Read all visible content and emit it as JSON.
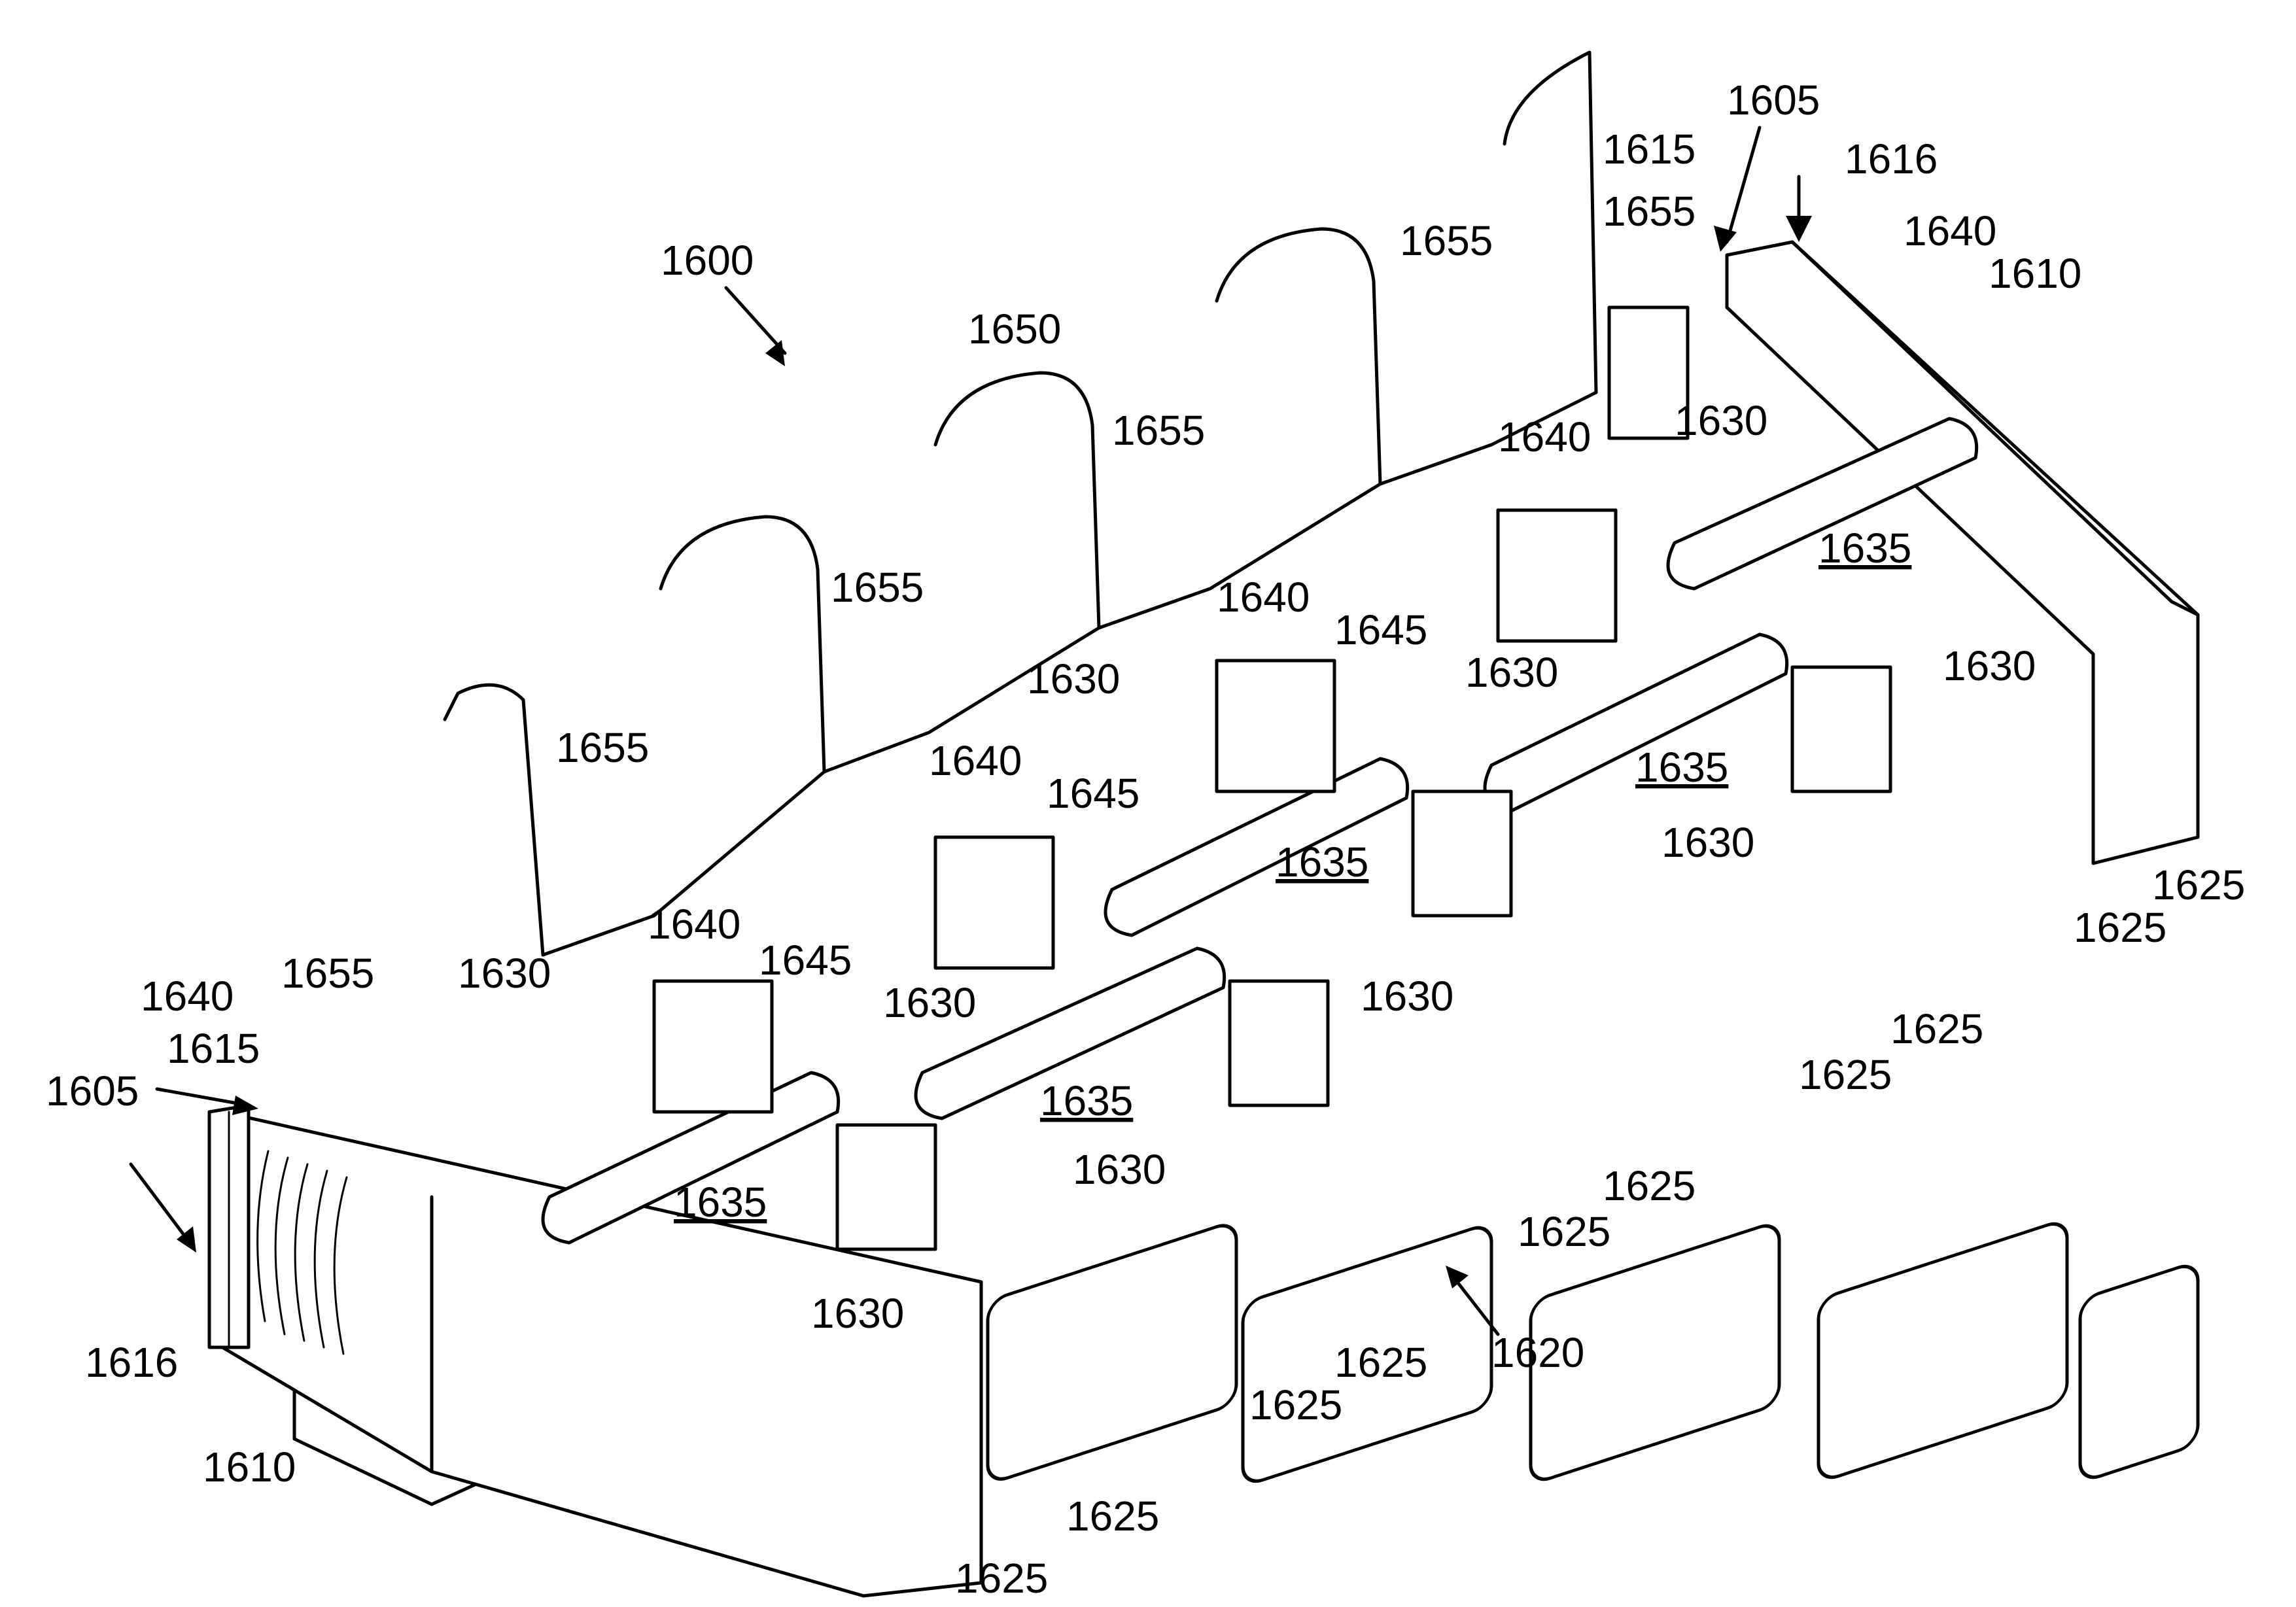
{
  "figure": {
    "labels": [
      {
        "id": "l1600",
        "text": "1600"
      },
      {
        "id": "l1650",
        "text": "1650"
      },
      {
        "id": "l1605a",
        "text": "1605"
      },
      {
        "id": "l1615a",
        "text": "1615"
      },
      {
        "id": "l1616a",
        "text": "1616"
      },
      {
        "id": "l1655a",
        "text": "1655"
      },
      {
        "id": "l1640a",
        "text": "1640"
      },
      {
        "id": "l1610a",
        "text": "1610"
      },
      {
        "id": "l1655b",
        "text": "1655"
      },
      {
        "id": "l1655c",
        "text": "1655"
      },
      {
        "id": "l1630a",
        "text": "1630"
      },
      {
        "id": "l1640b",
        "text": "1640"
      },
      {
        "id": "l1635a",
        "text": "1635"
      },
      {
        "id": "l1655d",
        "text": "1655"
      },
      {
        "id": "l1640c",
        "text": "1640"
      },
      {
        "id": "l1645a",
        "text": "1645"
      },
      {
        "id": "l1630b",
        "text": "1630"
      },
      {
        "id": "l1630c",
        "text": "1630"
      },
      {
        "id": "l1630d",
        "text": "1630"
      },
      {
        "id": "l1655e",
        "text": "1655"
      },
      {
        "id": "l1640d",
        "text": "1640"
      },
      {
        "id": "l1645b",
        "text": "1645"
      },
      {
        "id": "l1635b",
        "text": "1635"
      },
      {
        "id": "l1635c",
        "text": "1635"
      },
      {
        "id": "l1630e",
        "text": "1630"
      },
      {
        "id": "l1625a",
        "text": "1625"
      },
      {
        "id": "l1625b",
        "text": "1625"
      },
      {
        "id": "l1640e",
        "text": "1640"
      },
      {
        "id": "l1655f",
        "text": "1655"
      },
      {
        "id": "l1630f",
        "text": "1630"
      },
      {
        "id": "l1645c",
        "text": "1645"
      },
      {
        "id": "l1630g",
        "text": "1630"
      },
      {
        "id": "l1630h",
        "text": "1630"
      },
      {
        "id": "l1625c",
        "text": "1625"
      },
      {
        "id": "l1625d",
        "text": "1625"
      },
      {
        "id": "l1640f",
        "text": "1640"
      },
      {
        "id": "l1615b",
        "text": "1615"
      },
      {
        "id": "l1605b",
        "text": "1605"
      },
      {
        "id": "l1635d",
        "text": "1635"
      },
      {
        "id": "l1630i",
        "text": "1630"
      },
      {
        "id": "l1625e",
        "text": "1625"
      },
      {
        "id": "l1625f",
        "text": "1625"
      },
      {
        "id": "l1635e",
        "text": "1635"
      },
      {
        "id": "l1630j",
        "text": "1630"
      },
      {
        "id": "l1620",
        "text": "1620"
      },
      {
        "id": "l1616b",
        "text": "1616"
      },
      {
        "id": "l1625g",
        "text": "1625"
      },
      {
        "id": "l1625h",
        "text": "1625"
      },
      {
        "id": "l1610b",
        "text": "1610"
      },
      {
        "id": "l1625i",
        "text": "1625"
      },
      {
        "id": "l1625j",
        "text": "1625"
      }
    ]
  }
}
